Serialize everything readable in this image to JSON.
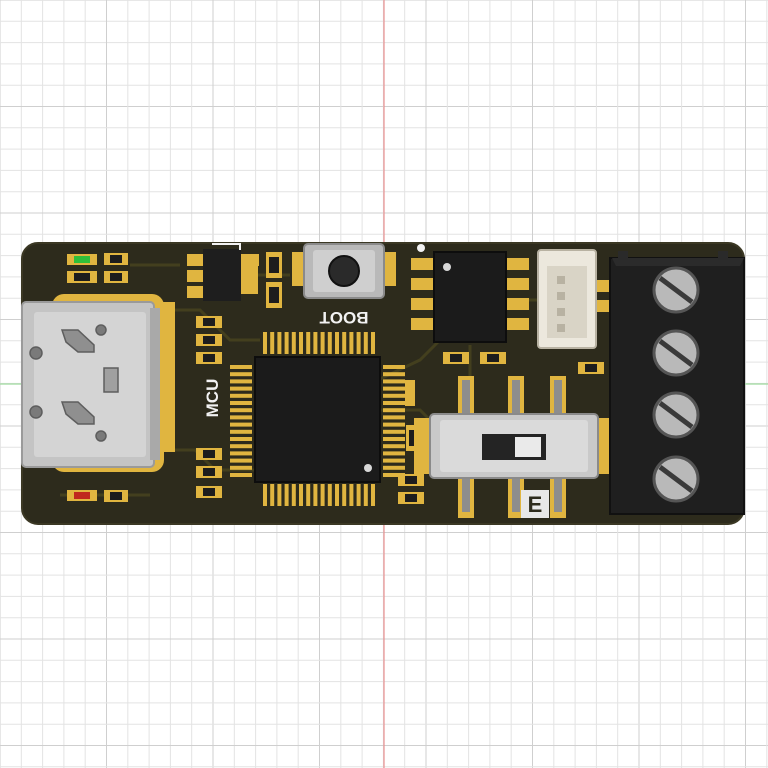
{
  "viewport": {
    "background": "#ffffff",
    "grid_minor_color": "#e3e3e3",
    "grid_major_color": "#cfcfcf",
    "axis_vertical_color": "#e89090",
    "axis_horizontal_color": "#9ed99e"
  },
  "pcb": {
    "board_color": "#2d2b1c",
    "gold_color": "#e0b540",
    "silkscreen": {
      "boot_label": "BOOT",
      "mcu_label": "MCU",
      "switch_label": "E"
    },
    "leds": [
      {
        "name": "status-led-green",
        "color": "#2fbf3a"
      },
      {
        "name": "power-led-red",
        "color": "#c0281e"
      }
    ],
    "components": [
      {
        "name": "usb-c-connector",
        "icon": "usb-c-icon"
      },
      {
        "name": "boot-button",
        "icon": "tact-switch-icon"
      },
      {
        "name": "mcu-chip",
        "icon": "qfp-chip-icon"
      },
      {
        "name": "soic8-chip",
        "icon": "soic-chip-icon"
      },
      {
        "name": "jst-connector",
        "icon": "jst-header-icon"
      },
      {
        "name": "slide-switch",
        "icon": "slide-switch-icon"
      },
      {
        "name": "screw-terminal-block",
        "icon": "screw-terminal-icon"
      },
      {
        "name": "voltage-regulator",
        "icon": "sot223-icon"
      }
    ]
  }
}
